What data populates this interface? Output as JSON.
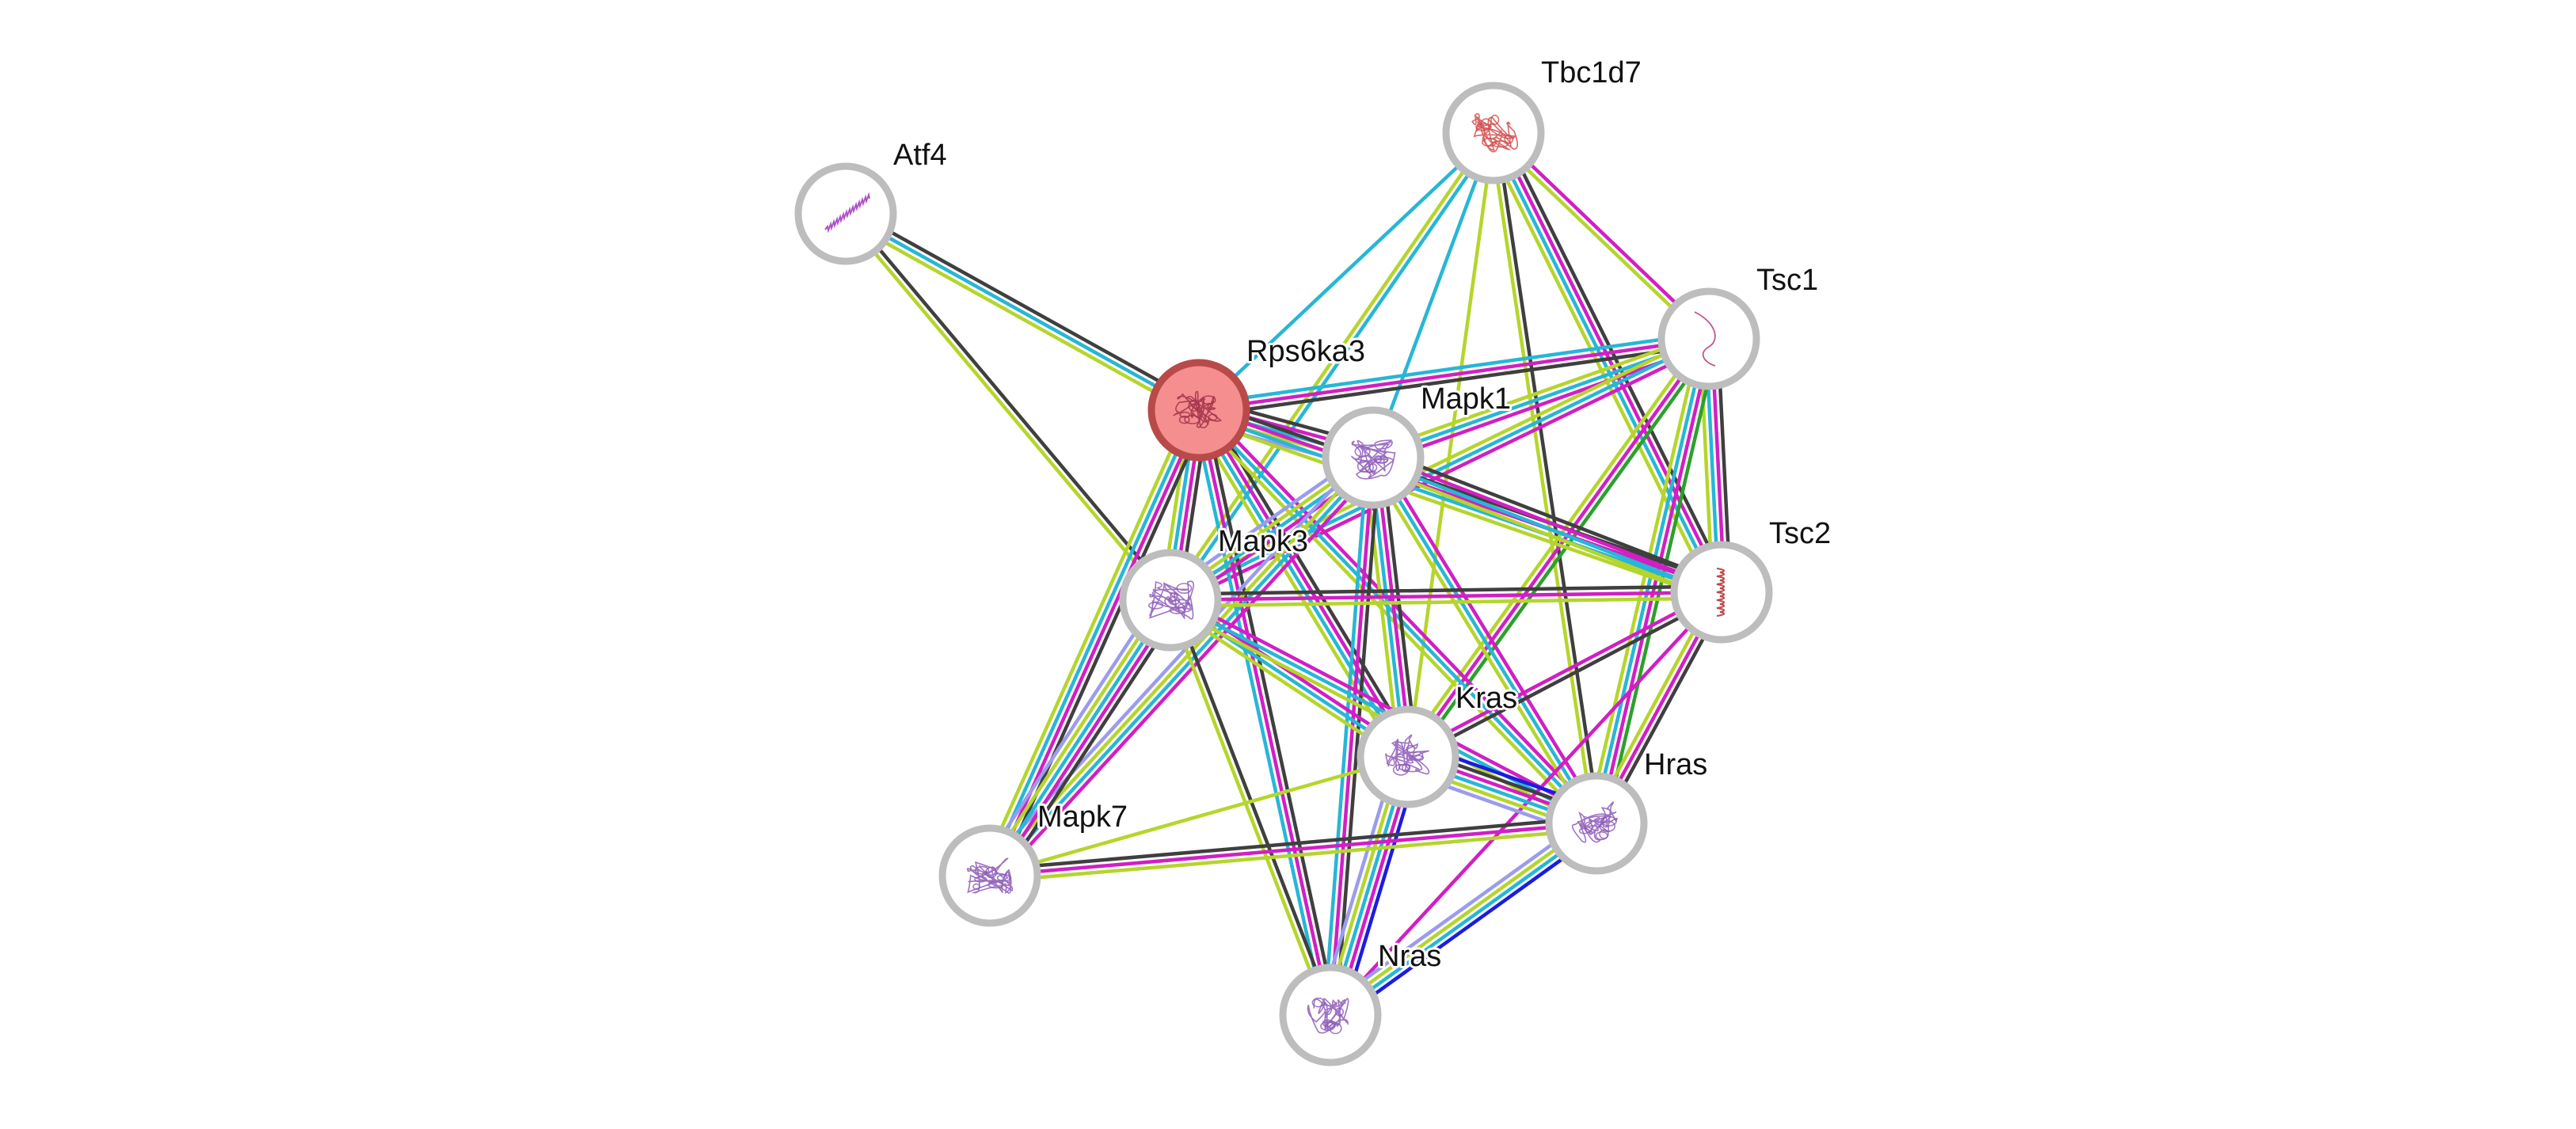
{
  "network": {
    "query_node": "Rps6ka3",
    "nodes": [
      {
        "id": "Atf4",
        "label": "Atf4",
        "glyph": "helix",
        "glyph_color": "#b052c9"
      },
      {
        "id": "Tbc1d7",
        "label": "Tbc1d7",
        "glyph": "protein-structure",
        "glyph_color": "#d24b4b"
      },
      {
        "id": "Tsc1",
        "label": "Tsc1",
        "glyph": "coil",
        "glyph_color": "#c2558c"
      },
      {
        "id": "Rps6ka3",
        "label": "Rps6ka3",
        "glyph": "protein-structure",
        "glyph_color": "#a0304a"
      },
      {
        "id": "Mapk1",
        "label": "Mapk1",
        "glyph": "protein-structure",
        "glyph_color": "#8d5bb8"
      },
      {
        "id": "Mapk3",
        "label": "Mapk3",
        "glyph": "protein-structure",
        "glyph_color": "#8d5bb8"
      },
      {
        "id": "Tsc2",
        "label": "Tsc2",
        "glyph": "helix",
        "glyph_color": "#c04848"
      },
      {
        "id": "Kras",
        "label": "Kras",
        "glyph": "protein-structure",
        "glyph_color": "#8d5bb8"
      },
      {
        "id": "Hras",
        "label": "Hras",
        "glyph": "protein-structure",
        "glyph_color": "#8d5bb8"
      },
      {
        "id": "Mapk7",
        "label": "Mapk7",
        "glyph": "protein-structure",
        "glyph_color": "#8d5bb8"
      },
      {
        "id": "Nras",
        "label": "Nras",
        "glyph": "protein-structure",
        "glyph_color": "#8d5bb8"
      }
    ],
    "evidence_colors": {
      "neighborhood": "#2ca02c",
      "gene_fusion": "#e41a1c",
      "cooccurrence": "#1c1ce0",
      "coexpression": "#3f3f3f",
      "experiments": "#d11fc4",
      "databases": "#27b6d6",
      "textmining": "#b5d52c",
      "homology": "#9b9bef"
    },
    "edges": [
      {
        "source": "Atf4",
        "target": "Rps6ka3",
        "evidence": [
          "coexpression",
          "databases",
          "textmining"
        ]
      },
      {
        "source": "Atf4",
        "target": "Mapk3",
        "evidence": [
          "coexpression",
          "textmining"
        ]
      },
      {
        "source": "Tbc1d7",
        "target": "Rps6ka3",
        "evidence": [
          "databases"
        ]
      },
      {
        "source": "Tbc1d7",
        "target": "Mapk1",
        "evidence": [
          "databases"
        ]
      },
      {
        "source": "Tbc1d7",
        "target": "Mapk3",
        "evidence": [
          "databases",
          "textmining"
        ]
      },
      {
        "source": "Tbc1d7",
        "target": "Tsc1",
        "evidence": [
          "experiments",
          "textmining"
        ]
      },
      {
        "source": "Tbc1d7",
        "target": "Tsc2",
        "evidence": [
          "coexpression",
          "experiments",
          "databases",
          "textmining"
        ]
      },
      {
        "source": "Tbc1d7",
        "target": "Kras",
        "evidence": [
          "textmining"
        ]
      },
      {
        "source": "Tbc1d7",
        "target": "Hras",
        "evidence": [
          "coexpression",
          "textmining"
        ]
      },
      {
        "source": "Tsc1",
        "target": "Rps6ka3",
        "evidence": [
          "coexpression",
          "experiments",
          "databases"
        ]
      },
      {
        "source": "Tsc1",
        "target": "Mapk1",
        "evidence": [
          "experiments",
          "databases",
          "textmining"
        ]
      },
      {
        "source": "Tsc1",
        "target": "Mapk3",
        "evidence": [
          "experiments",
          "databases",
          "textmining"
        ]
      },
      {
        "source": "Tsc1",
        "target": "Tsc2",
        "evidence": [
          "coexpression",
          "experiments",
          "databases",
          "textmining"
        ]
      },
      {
        "source": "Tsc1",
        "target": "Kras",
        "evidence": [
          "neighborhood",
          "experiments",
          "textmining"
        ]
      },
      {
        "source": "Tsc1",
        "target": "Hras",
        "evidence": [
          "neighborhood",
          "experiments",
          "databases",
          "textmining"
        ]
      },
      {
        "source": "Rps6ka3",
        "target": "Mapk1",
        "evidence": [
          "coexpression",
          "experiments",
          "databases",
          "textmining",
          "homology"
        ]
      },
      {
        "source": "Rps6ka3",
        "target": "Mapk3",
        "evidence": [
          "coexpression",
          "experiments",
          "databases",
          "textmining"
        ]
      },
      {
        "source": "Rps6ka3",
        "target": "Tsc2",
        "evidence": [
          "coexpression",
          "experiments",
          "databases",
          "textmining"
        ]
      },
      {
        "source": "Rps6ka3",
        "target": "Kras",
        "evidence": [
          "coexpression",
          "experiments",
          "databases",
          "textmining"
        ]
      },
      {
        "source": "Rps6ka3",
        "target": "Hras",
        "evidence": [
          "experiments",
          "databases",
          "textmining"
        ]
      },
      {
        "source": "Rps6ka3",
        "target": "Mapk7",
        "evidence": [
          "coexpression",
          "experiments",
          "databases",
          "textmining"
        ]
      },
      {
        "source": "Rps6ka3",
        "target": "Nras",
        "evidence": [
          "coexpression",
          "experiments",
          "databases"
        ]
      },
      {
        "source": "Mapk1",
        "target": "Mapk3",
        "evidence": [
          "experiments",
          "databases",
          "textmining",
          "homology"
        ]
      },
      {
        "source": "Mapk1",
        "target": "Tsc2",
        "evidence": [
          "coexpression",
          "experiments",
          "databases",
          "textmining"
        ]
      },
      {
        "source": "Mapk1",
        "target": "Kras",
        "evidence": [
          "coexpression",
          "experiments",
          "databases",
          "textmining"
        ]
      },
      {
        "source": "Mapk1",
        "target": "Hras",
        "evidence": [
          "experiments",
          "databases",
          "textmining"
        ]
      },
      {
        "source": "Mapk1",
        "target": "Mapk7",
        "evidence": [
          "experiments",
          "databases",
          "textmining",
          "homology"
        ]
      },
      {
        "source": "Mapk1",
        "target": "Nras",
        "evidence": [
          "coexpression",
          "experiments",
          "databases"
        ]
      },
      {
        "source": "Mapk3",
        "target": "Tsc2",
        "evidence": [
          "coexpression",
          "experiments",
          "textmining"
        ]
      },
      {
        "source": "Mapk3",
        "target": "Kras",
        "evidence": [
          "experiments",
          "databases",
          "textmining"
        ]
      },
      {
        "source": "Mapk3",
        "target": "Hras",
        "evidence": [
          "experiments",
          "databases",
          "textmining"
        ]
      },
      {
        "source": "Mapk3",
        "target": "Mapk7",
        "evidence": [
          "coexpression",
          "experiments",
          "databases",
          "textmining",
          "homology"
        ]
      },
      {
        "source": "Mapk3",
        "target": "Nras",
        "evidence": [
          "coexpression",
          "textmining"
        ]
      },
      {
        "source": "Tsc2",
        "target": "Kras",
        "evidence": [
          "coexpression",
          "experiments"
        ]
      },
      {
        "source": "Tsc2",
        "target": "Hras",
        "evidence": [
          "coexpression",
          "experiments",
          "textmining"
        ]
      },
      {
        "source": "Tsc2",
        "target": "Nras",
        "evidence": [
          "experiments"
        ]
      },
      {
        "source": "Kras",
        "target": "Hras",
        "evidence": [
          "cooccurrence",
          "coexpression",
          "experiments",
          "databases",
          "textmining",
          "homology"
        ]
      },
      {
        "source": "Kras",
        "target": "Nras",
        "evidence": [
          "cooccurrence",
          "experiments",
          "databases",
          "textmining",
          "homology"
        ]
      },
      {
        "source": "Hras",
        "target": "Nras",
        "evidence": [
          "cooccurrence",
          "databases",
          "textmining",
          "homology"
        ]
      },
      {
        "source": "Mapk7",
        "target": "Hras",
        "evidence": [
          "coexpression",
          "experiments",
          "textmining"
        ]
      },
      {
        "source": "Mapk7",
        "target": "Kras",
        "evidence": [
          "textmining"
        ]
      }
    ]
  }
}
